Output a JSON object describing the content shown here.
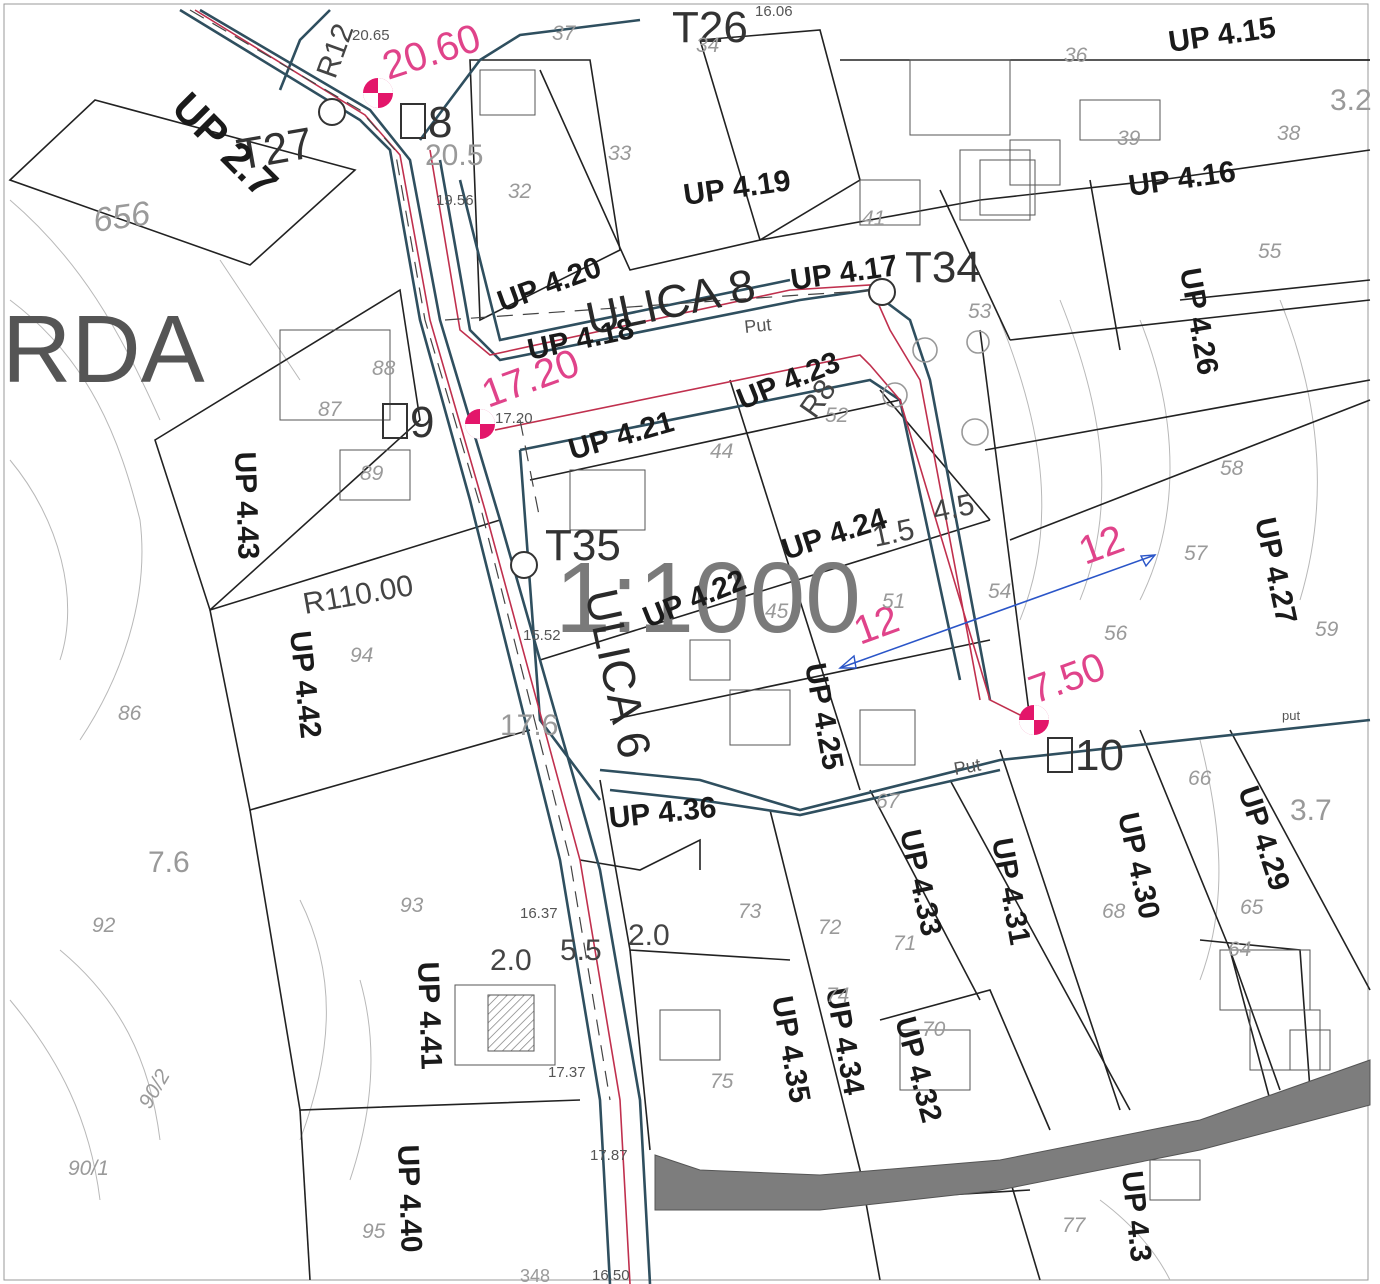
{
  "area_label": "RDA",
  "scale": "1:1000",
  "streets": {
    "ulica8": "ULICA 8",
    "ulica6": "ULICA 6",
    "put1": "Put",
    "put2": "Put",
    "put3": "put"
  },
  "zones": [
    "UP 4.15",
    "UP 4.16",
    "UP 4.17",
    "UP 4.18",
    "UP 4.19",
    "UP 4.20",
    "UP 4.21",
    "UP 4.22",
    "UP 4.23",
    "UP 4.24",
    "UP 4.25",
    "UP 4.26",
    "UP 4.27",
    "UP 4.29",
    "UP 4.30",
    "UP 4.31",
    "UP 4.32",
    "UP 4.33",
    "UP 4.34",
    "UP 4.35",
    "UP 4.36",
    "UP 4.40",
    "UP 4.41",
    "UP 4.42",
    "UP 4.43",
    "UP 2.7",
    "UP 4.3"
  ],
  "nodes": [
    "T26",
    "T27",
    "T34",
    "T35"
  ],
  "signs": [
    "8",
    "9",
    "10"
  ],
  "red_values": [
    "20.60",
    "17.20",
    "7.50",
    "12",
    "12"
  ],
  "dimensions": [
    "R110.00",
    "R12",
    "R8",
    "2.0",
    "5.5",
    "2.0",
    "1.5",
    "4.5",
    "20.5",
    "17.6",
    "7.6",
    "3.7",
    "3.2"
  ],
  "parcels": [
    "656",
    "88",
    "87",
    "89",
    "86",
    "94",
    "92",
    "93",
    "90/2",
    "90/1",
    "95",
    "32",
    "33",
    "41",
    "44",
    "45",
    "51",
    "52",
    "53",
    "54",
    "55",
    "56",
    "57",
    "58",
    "59",
    "66",
    "67",
    "68",
    "64",
    "65",
    "70",
    "71",
    "72",
    "73",
    "74",
    "75",
    "77",
    "34",
    "36",
    "37",
    "38",
    "39",
    "348"
  ],
  "elevations": [
    "20.65",
    "19.56",
    "17.20",
    "15.52",
    "16.37",
    "17.37",
    "17.87",
    "16.50",
    "16.06"
  ],
  "colors": {
    "road": "#2f4f5f",
    "redline": "#c0304e",
    "marker": "#e3166a",
    "blue": "#2a55c8",
    "band": "#7a7a7a"
  }
}
